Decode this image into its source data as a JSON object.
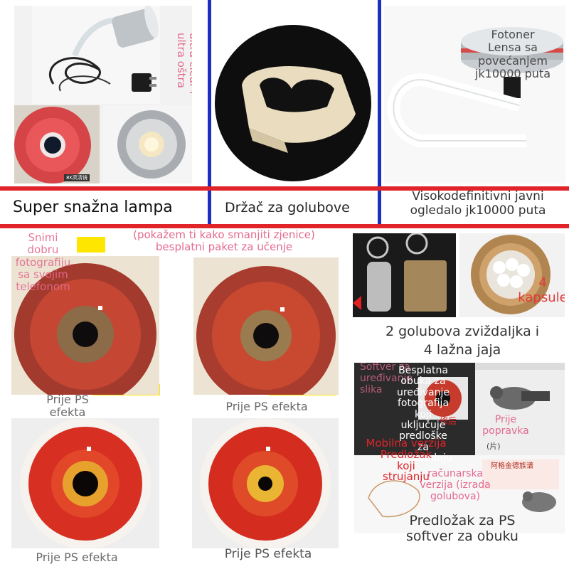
{
  "top": {
    "lamp_overlay": "Super\nsvjetla,\nultra-clear i\nultra oštra",
    "lamp_label": "Super snažna lampa",
    "eye_badge": "8K高清镜",
    "holder_label": "Držač za golubove",
    "lens_overlay": "Fotoner\nLensa sa\npovećanjem\njk10000 puta",
    "lens_label": "Visokodefinitivni javni\nogledalo jk10000 puta"
  },
  "middle": {
    "note_left": "Snimi\ndobru\nfotografiju\nsa svojim\ntelefonom",
    "note_center": "(pokažem ti kako smanjiti zjenice)\nbesplatni paket za učenje",
    "eyes": [
      {
        "caption": "Prije PS\nefekta"
      },
      {
        "caption": "Prije PS efekta"
      },
      {
        "caption": "Prije PS efekta"
      },
      {
        "caption": "Prije PS efekta"
      }
    ],
    "capsules_label": "4\nkapsule",
    "whistle_caption": "2 golubova zviždaljka i\n4 lažna jaja"
  },
  "software": {
    "overlay_a": "Softver za\nuređivanje\nslika",
    "overlay_b": "Besplatna\nobuka za\nuređivanje\nfotografija\nkoji\nuključuje\npredloške\nza\nproizvodnju",
    "label_before": "Prije\npopravka",
    "chinese_after": "修后",
    "chinese_stamp": "(片)",
    "overlay_c": "Mobilna verzija\nPredložak\nkoji\nstrujanju",
    "overlay_d": "računarska\nverzija (izrada\ngolubova)",
    "template_title": "阿格金德族谱",
    "caption": "Predložak za PS\nsoftver za obuku"
  },
  "colors": {
    "red_line": "#e0242a",
    "blue_line": "#1d2fbf",
    "pink_text": "#e46a8e",
    "yellow": "#ffe600"
  }
}
